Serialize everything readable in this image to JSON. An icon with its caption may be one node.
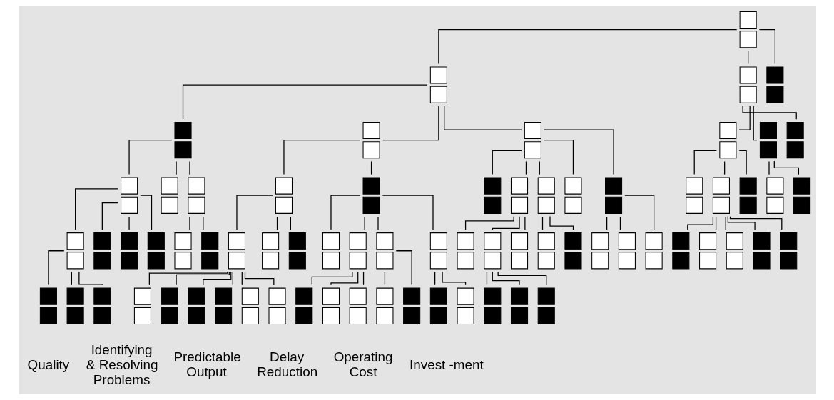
{
  "diagram": {
    "nodes": [
      {
        "text": [],
        "shape": "box"
      },
      {
        "text": [],
        "shape": "box"
      },
      {
        "text": [],
        "shape": "box"
      },
      {
        "text": [],
        "shape": "box"
      },
      {
        "text": [],
        "shape": "box"
      },
      {
        "text": [],
        "shape": "box"
      },
      {
        "text": [],
        "shape": "box"
      },
      {
        "text": [],
        "shape": "box"
      },
      {
        "text": [],
        "shape": "box"
      },
      {
        "text": [],
        "shape": "box"
      },
      {
        "text": [],
        "shape": "box"
      },
      {
        "text": [],
        "shape": "box"
      },
      {
        "text": [],
        "shape": "box"
      },
      {
        "text": [],
        "shape": "box"
      },
      {
        "text": [],
        "shape": "box"
      },
      {
        "text": [],
        "shape": "box"
      },
      {
        "text": [],
        "shape": "box"
      },
      {
        "text": [],
        "shape": "box"
      },
      {
        "text": [],
        "shape": "box"
      },
      {
        "text": [],
        "shape": "box"
      },
      {
        "text": [],
        "shape": "box"
      },
      {
        "text": [],
        "shape": "box"
      },
      {
        "text": [],
        "shape": "box"
      },
      {
        "text": [],
        "shape": "box"
      },
      {
        "text": [],
        "shape": "box"
      },
      {
        "text": [],
        "shape": "box"
      },
      {
        "text": [],
        "shape": "box"
      },
      {
        "text": [],
        "shape": "box"
      },
      {
        "text": [],
        "shape": "box"
      },
      {
        "text": [],
        "shape": "box"
      },
      {
        "text": [],
        "shape": "box"
      },
      {
        "text": [],
        "shape": "box"
      },
      {
        "text": [],
        "shape": "box"
      },
      {
        "text": [],
        "shape": "box"
      },
      {
        "text": [],
        "shape": "box"
      },
      {
        "text": [],
        "shape": "box"
      },
      {
        "text": [],
        "shape": "box"
      },
      {
        "text": [],
        "shape": "box"
      },
      {
        "text": [],
        "shape": "box"
      },
      {
        "text": [],
        "shape": "box"
      },
      {
        "text": [],
        "shape": "box"
      },
      {
        "text": [],
        "shape": "box"
      },
      {
        "text": [],
        "shape": "box"
      },
      {
        "text": [],
        "shape": "box"
      },
      {
        "text": [],
        "shape": "box"
      },
      {
        "text": [],
        "shape": "box"
      },
      {
        "text": [],
        "shape": "box"
      },
      {
        "text": [],
        "shape": "box"
      },
      {
        "text": [],
        "shape": "box"
      },
      {
        "text": [],
        "shape": "box"
      },
      {
        "text": [],
        "shape": "box"
      },
      {
        "text": [],
        "shape": "box"
      },
      {
        "text": [],
        "shape": "box"
      },
      {
        "text": [],
        "shape": "box"
      },
      {
        "text": [],
        "shape": "box"
      },
      {
        "text": [],
        "shape": "box"
      },
      {
        "text": [],
        "shape": "box"
      },
      {
        "text": [],
        "shape": "box"
      },
      {
        "text": [],
        "shape": "box"
      },
      {
        "text": [],
        "shape": "box"
      },
      {
        "text": [],
        "shape": "box"
      },
      {
        "text": [],
        "shape": "box"
      },
      {
        "text": [],
        "shape": "box"
      },
      {
        "text": [],
        "shape": "box"
      },
      {
        "text": [],
        "shape": "box"
      },
      {
        "text": [],
        "shape": "box"
      },
      {
        "text": [],
        "shape": "box"
      },
      {
        "text": [],
        "shape": "box"
      },
      {
        "text": [],
        "shape": "box"
      },
      {
        "text": [],
        "shape": "box"
      }
    ],
    "edges": [
      {
        "from": 0,
        "to": 1,
        "arrow": "none"
      },
      {
        "from": 0,
        "to": 55,
        "arrow": "none"
      },
      {
        "from": 0,
        "to": 69,
        "arrow": "none"
      },
      {
        "from": 1,
        "to": 2,
        "arrow": "none"
      },
      {
        "from": 1,
        "to": 15,
        "arrow": "none"
      },
      {
        "from": 1,
        "to": 38,
        "arrow": "none"
      },
      {
        "from": 2,
        "to": 3,
        "arrow": "none"
      },
      {
        "from": 2,
        "to": 4,
        "arrow": "none"
      },
      {
        "from": 2,
        "to": 5,
        "arrow": "none"
      },
      {
        "from": 3,
        "to": 6,
        "arrow": "none"
      },
      {
        "from": 3,
        "to": 7,
        "arrow": "none"
      },
      {
        "from": 3,
        "to": 8,
        "arrow": "none"
      },
      {
        "from": 3,
        "to": 9,
        "arrow": "none"
      },
      {
        "from": 5,
        "to": 10,
        "arrow": "none"
      },
      {
        "from": 5,
        "to": 11,
        "arrow": "none"
      },
      {
        "from": 6,
        "to": 12,
        "arrow": "none"
      },
      {
        "from": 6,
        "to": 13,
        "arrow": "none"
      },
      {
        "from": 6,
        "to": 14,
        "arrow": "none"
      },
      {
        "from": 15,
        "to": 16,
        "arrow": "none"
      },
      {
        "from": 15,
        "to": 26,
        "arrow": "none"
      },
      {
        "from": 16,
        "to": 17,
        "arrow": "none"
      },
      {
        "from": 16,
        "to": 18,
        "arrow": "none"
      },
      {
        "from": 16,
        "to": 19,
        "arrow": "none"
      },
      {
        "from": 17,
        "to": 20,
        "arrow": "none"
      },
      {
        "from": 17,
        "to": 21,
        "arrow": "none"
      },
      {
        "from": 17,
        "to": 22,
        "arrow": "none"
      },
      {
        "from": 17,
        "to": 23,
        "arrow": "none"
      },
      {
        "from": 17,
        "to": 24,
        "arrow": "none"
      },
      {
        "from": 17,
        "to": 25,
        "arrow": "none"
      },
      {
        "from": 26,
        "to": 27,
        "arrow": "none"
      },
      {
        "from": 26,
        "to": 28,
        "arrow": "none"
      },
      {
        "from": 26,
        "to": 29,
        "arrow": "none"
      },
      {
        "from": 26,
        "to": 30,
        "arrow": "none"
      },
      {
        "from": 28,
        "to": 31,
        "arrow": "none"
      },
      {
        "from": 28,
        "to": 32,
        "arrow": "none"
      },
      {
        "from": 28,
        "to": 33,
        "arrow": "none"
      },
      {
        "from": 29,
        "to": 34,
        "arrow": "none"
      },
      {
        "from": 29,
        "to": 35,
        "arrow": "none"
      },
      {
        "from": 30,
        "to": 36,
        "arrow": "none"
      },
      {
        "from": 30,
        "to": 37,
        "arrow": "none"
      },
      {
        "from": 38,
        "to": 39,
        "arrow": "none"
      },
      {
        "from": 38,
        "to": 40,
        "arrow": "none"
      },
      {
        "from": 38,
        "to": 41,
        "arrow": "none"
      },
      {
        "from": 38,
        "to": 42,
        "arrow": "none"
      },
      {
        "from": 38,
        "to": 43,
        "arrow": "none"
      },
      {
        "from": 40,
        "to": 44,
        "arrow": "none"
      },
      {
        "from": 40,
        "to": 45,
        "arrow": "none"
      },
      {
        "from": 40,
        "to": 46,
        "arrow": "none"
      },
      {
        "from": 41,
        "to": 47,
        "arrow": "none"
      },
      {
        "from": 41,
        "to": 48,
        "arrow": "none"
      },
      {
        "from": 43,
        "to": 49,
        "arrow": "none"
      },
      {
        "from": 43,
        "to": 50,
        "arrow": "none"
      },
      {
        "from": 43,
        "to": 51,
        "arrow": "none"
      },
      {
        "from": 45,
        "to": 52,
        "arrow": "none"
      },
      {
        "from": 45,
        "to": 53,
        "arrow": "none"
      },
      {
        "from": 45,
        "to": 54,
        "arrow": "none"
      },
      {
        "from": 55,
        "to": 56,
        "arrow": "none"
      },
      {
        "from": 55,
        "to": 65,
        "arrow": "none"
      },
      {
        "from": 55,
        "to": 66,
        "arrow": "none"
      },
      {
        "from": 56,
        "to": 57,
        "arrow": "none"
      },
      {
        "from": 56,
        "to": 58,
        "arrow": "none"
      },
      {
        "from": 56,
        "to": 59,
        "arrow": "none"
      },
      {
        "from": 58,
        "to": 60,
        "arrow": "none"
      },
      {
        "from": 58,
        "to": 61,
        "arrow": "none"
      },
      {
        "from": 58,
        "to": 62,
        "arrow": "none"
      },
      {
        "from": 58,
        "to": 63,
        "arrow": "none"
      },
      {
        "from": 58,
        "to": 64,
        "arrow": "none"
      },
      {
        "from": 65,
        "to": 67,
        "arrow": "none"
      },
      {
        "from": 65,
        "to": 68,
        "arrow": "none"
      }
    ],
    "labels": [
      "Quality",
      "Identifying & Resolving Problems",
      "Predictable Output",
      "Delay Reduction",
      "Operating Cost",
      "Invest -ment"
    ]
  }
}
